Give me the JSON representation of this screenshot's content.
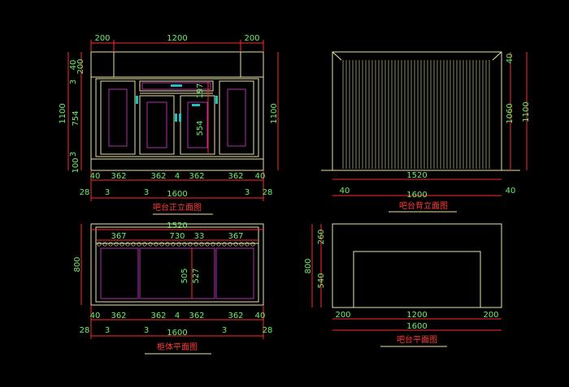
{
  "colors": {
    "background": "#000000",
    "outline": "#e8e4a0",
    "dim_line": "#ff2a2a",
    "dim_text": "#6cf06c",
    "title": "#ff3b3b",
    "inner": "#b030b0",
    "handle": "#20c0c0"
  },
  "front": {
    "title": "吧台正立面图",
    "top": {
      "left": "200",
      "mid": "1200",
      "right": "200"
    },
    "left": {
      "d40": "40",
      "d3a": "3",
      "d200": "200",
      "d754": "754",
      "d3b": "3",
      "d100": "100",
      "total": "1100"
    },
    "right_total": "1100",
    "inner_v": {
      "a": "197",
      "b": "554"
    },
    "bottom1": [
      "40",
      "362",
      "362",
      "4",
      "362",
      "362",
      "40"
    ],
    "bottom2": [
      "28",
      "3",
      "3",
      "3",
      "28"
    ],
    "bottom_total": "1600"
  },
  "back": {
    "title": "吧台背立面图",
    "right": {
      "d40": "40",
      "d1060": "1060",
      "total": "1100"
    },
    "width": "1520",
    "left_small": "40",
    "total": "1600",
    "right_small": "40"
  },
  "plan": {
    "title": "柜体平面图",
    "top_total": "1520",
    "top": [
      "367",
      "730",
      "33",
      "367"
    ],
    "left": "800",
    "inner": {
      "a": "505",
      "b": "527"
    },
    "bottom1": [
      "40",
      "362",
      "362",
      "4",
      "362",
      "362",
      "40"
    ],
    "bottom2": [
      "28",
      "3",
      "3",
      "3",
      "28"
    ],
    "total": "1600"
  },
  "top_plan": {
    "title": "吧台平面图",
    "left": {
      "d260": "260",
      "total": "800",
      "d540": "540"
    },
    "bottom": {
      "left": "200",
      "mid": "1200",
      "right": "200"
    },
    "total": "1600"
  }
}
